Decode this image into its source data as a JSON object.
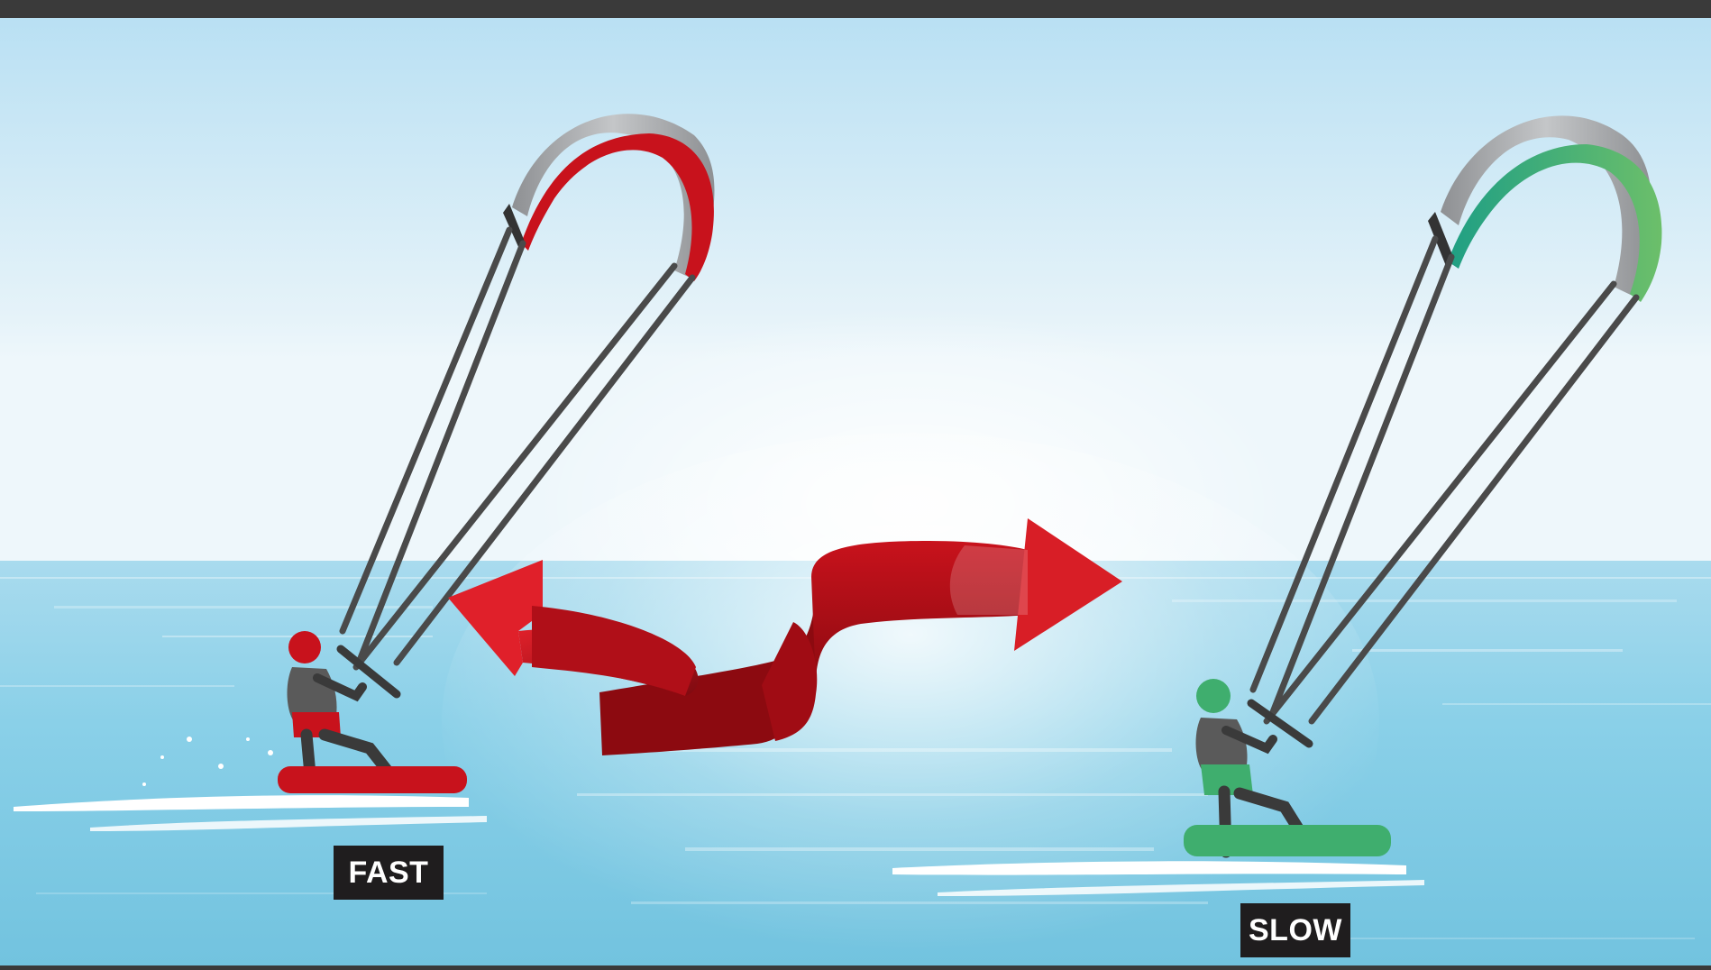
{
  "labels": {
    "fast": "FAST",
    "slow": "SLOW"
  },
  "colors": {
    "top_bar": "#3a3a3a",
    "sky_top": "#bfe3f4",
    "sky_horizon": "#eef7fb",
    "sea": "#7ccbe3",
    "kite_gray": "#9b9da0",
    "kite_red": "#c8121c",
    "kite_green": "#3fae6e",
    "lines": "#4a4a4a",
    "arrow_red": "#c8121c",
    "label_bg": "#1f1d1e",
    "label_text": "#ffffff"
  },
  "icons": {
    "left": "kitesurfer-red",
    "right": "kitesurfer-green",
    "center": "double-curved-arrow"
  }
}
